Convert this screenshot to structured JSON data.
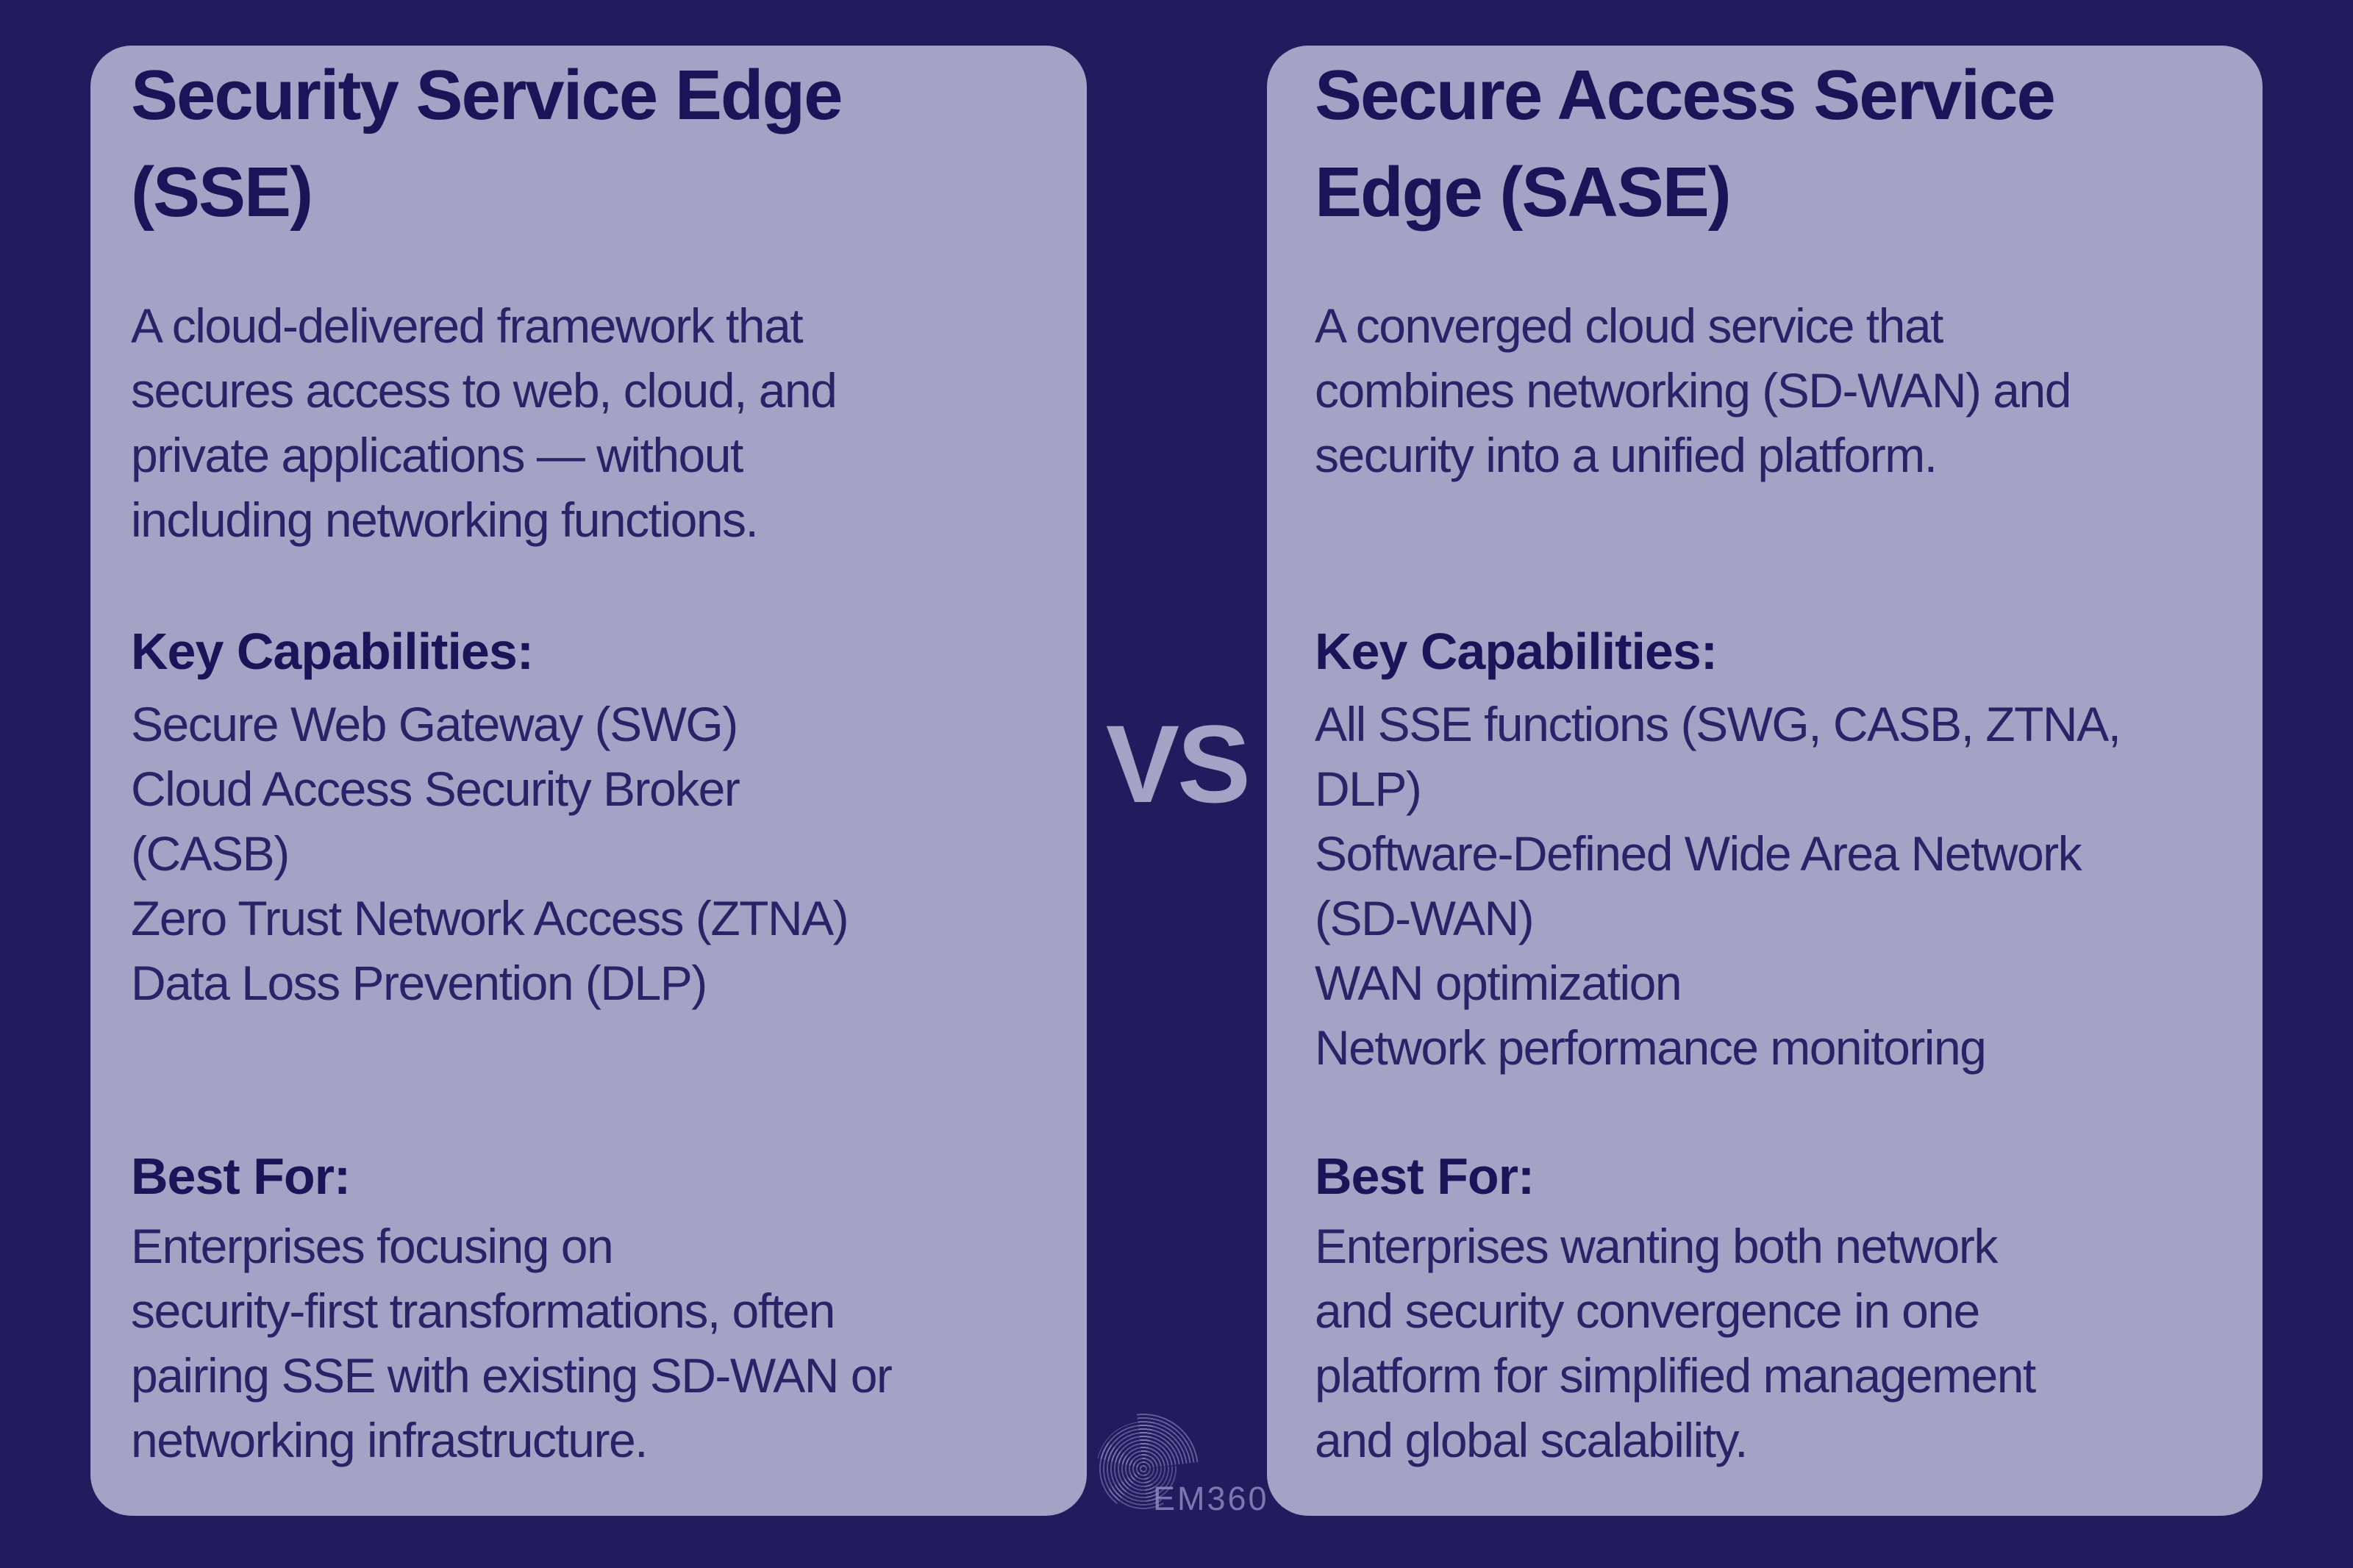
{
  "meta": {
    "kind": "comparison-infographic",
    "colors": {
      "background": "#241b5e",
      "card": "#a6a2c5",
      "heading_text": "#1c1459",
      "body_text": "#2b2267",
      "vs_text": "#a6a2c5",
      "logo": "#9792c4"
    }
  },
  "vs_label": "VS",
  "left_card": {
    "title": "Security Service Edge\n(SSE)",
    "description": "A cloud-delivered framework that\nsecures access to web, cloud, and\nprivate applications — without\nincluding networking functions.",
    "capabilities_heading": "Key Capabilities:",
    "capabilities": "Secure Web Gateway (SWG)\nCloud Access Security Broker\n(CASB)\nZero Trust Network Access (ZTNA)\nData Loss Prevention (DLP)",
    "best_for_heading": "Best For:",
    "best_for": "Enterprises focusing on\nsecurity-first transformations, often\npairing SSE with existing SD-WAN or\nnetworking infrastructure."
  },
  "right_card": {
    "title": "Secure Access Service\nEdge (SASE)",
    "description": "A converged cloud service that\ncombines networking (SD-WAN) and\nsecurity into a unified platform.",
    "capabilities_heading": "Key Capabilities:",
    "capabilities": "All SSE functions (SWG, CASB, ZTNA,\nDLP)\nSoftware-Defined Wide Area Network\n(SD-WAN)\nWAN optimization\nNetwork performance monitoring",
    "best_for_heading": "Best For:",
    "best_for": "Enterprises wanting both network\nand security convergence in one\nplatform for simplified management\nand global scalability."
  },
  "footer": {
    "logo_text": "EM360"
  }
}
